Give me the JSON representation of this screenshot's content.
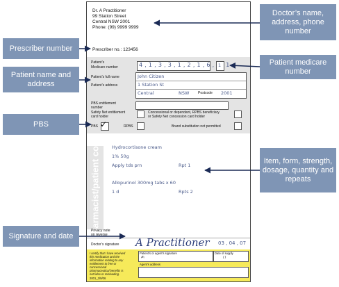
{
  "callouts": {
    "doctor": "Doctor’s name, address, phone number",
    "prescriber": "Prescriber number",
    "medicare": "Patient medicare number",
    "patient": "Patient name and address",
    "pbs": "PBS",
    "item": "Item, form, strength, dosage, quantity and repeats",
    "signature": "Signature and date"
  },
  "form": {
    "doctor_name": "Dr. A Practitioner",
    "doctor_street": "99 Station Street",
    "doctor_city": "Central NSW 2001",
    "doctor_phone": "Phone: (99) 9999 9999",
    "prescriber_no": "Prescriber no.: 123456",
    "medicare_label_1": "Patient’s",
    "medicare_label_2": "Medicare number",
    "medicare_digits": "4 , 1 , 3 , 3 , 1 , 2 , 1 , 6 , 3 , 1",
    "medicare_ref": "1",
    "full_name_label": "Patient’s full name",
    "full_name_value": "John Citizen",
    "address_label": "Patient’s address",
    "address_line1": "1 Station St",
    "address_city": "Central",
    "address_state": "NSW",
    "postcode_label": "Postcode",
    "postcode_value": "2001",
    "pbs_ent_label_1": "PBS entitlement",
    "pbs_ent_label_2": "number",
    "safety_net_1": "Safety Net entitlement",
    "safety_net_2": "card holder",
    "concessional_1": "Concessional or dependant, RPBS beneficiary",
    "concessional_2": "or Safety Net concession card holder",
    "pbs_label": "PBS",
    "pbs_check": "✓",
    "rpbs_label": "RPBS",
    "brand_sub": "Brand substitution not permitted",
    "copy_label": "Pharmacist/patient copy",
    "item1_line1": "Hydrocortisone cream",
    "item1_line2": "1% 50g",
    "item1_line3": "Apply tds prn",
    "item1_repeats": "Rpt 1",
    "item2_line1": "Allopurinol 300mg tabs x 60",
    "item2_line2": "1 d",
    "item2_repeats": "Rpts 2",
    "privacy_1": "Privacy note",
    "privacy_2": "on reverse",
    "doctor_sig_label": "Doctor’s signature",
    "doctor_signature": "A Practitioner",
    "sig_date": "03 , 04 , 07",
    "certify_1": "I certify that I have received",
    "certify_2": "this medication and the",
    "certify_3": "information relating to any",
    "certify_4": "entitlement to free or",
    "certify_5": "concessional",
    "certify_6": "pharmaceutical benefits is",
    "certify_7": "not false or misleading.",
    "form_code": "2001_3/9/06",
    "patient_sig_label": "Patient’s or agent’s signature",
    "sig_glyph": "✍",
    "date_supply_label": "Date of supply",
    "date_supply_value": "/      /",
    "agent_address_label": "Agent’s address"
  },
  "colors": {
    "callout": "#7f95b5",
    "arrow": "#1a2a55",
    "footer_yellow": "#f6ea5a",
    "band_grey": "#e4e4e4"
  }
}
